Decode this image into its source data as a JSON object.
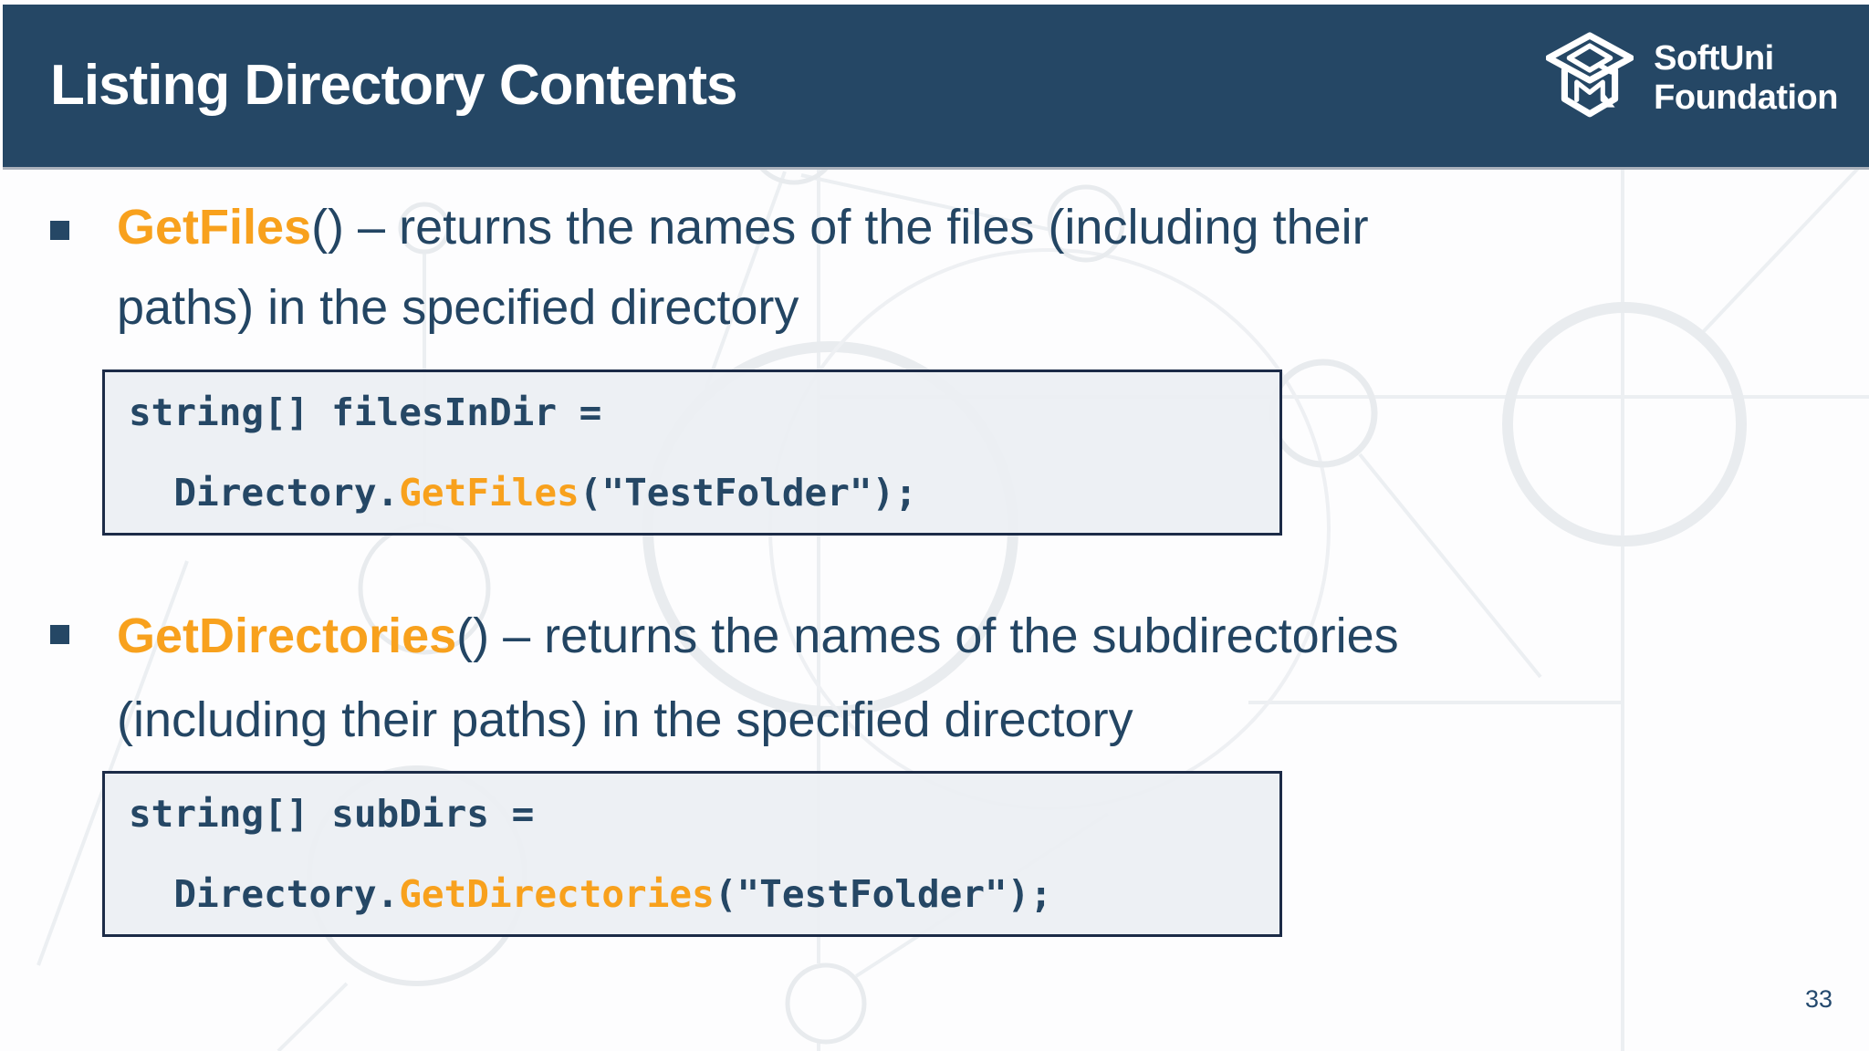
{
  "slide": {
    "title": "Listing Directory Contents",
    "logo": {
      "line1": "SoftUni",
      "line2": "Foundation"
    },
    "bullets": [
      {
        "keyword": "GetFiles",
        "line1_rest": "() – returns the names of the files (including their",
        "line2": "paths) in the specified directory"
      },
      {
        "keyword": "GetDirectories",
        "line1_rest": "() – returns the names of the subdirectories",
        "line2": "(including their paths) in the specified directory"
      }
    ],
    "code_blocks": [
      {
        "line1": "string[] filesInDir =",
        "line2_prefix": "  Directory.",
        "line2_keyword": "GetFiles",
        "line2_suffix": "(\"TestFolder\");"
      },
      {
        "line1": "string[] subDirs =",
        "line2_prefix": "  Directory.",
        "line2_keyword": "GetDirectories",
        "line2_suffix": "(\"TestFolder\");"
      }
    ],
    "page_number": "33",
    "colors": {
      "header_navy": "#254765",
      "body_text_navy": "#234563",
      "accent_orange": "#f8a11d",
      "code_box_background": "#eceff3",
      "code_box_border": "#1c2b47",
      "pattern_gray": "#e8ebee",
      "title_white": "#ffffff"
    }
  }
}
